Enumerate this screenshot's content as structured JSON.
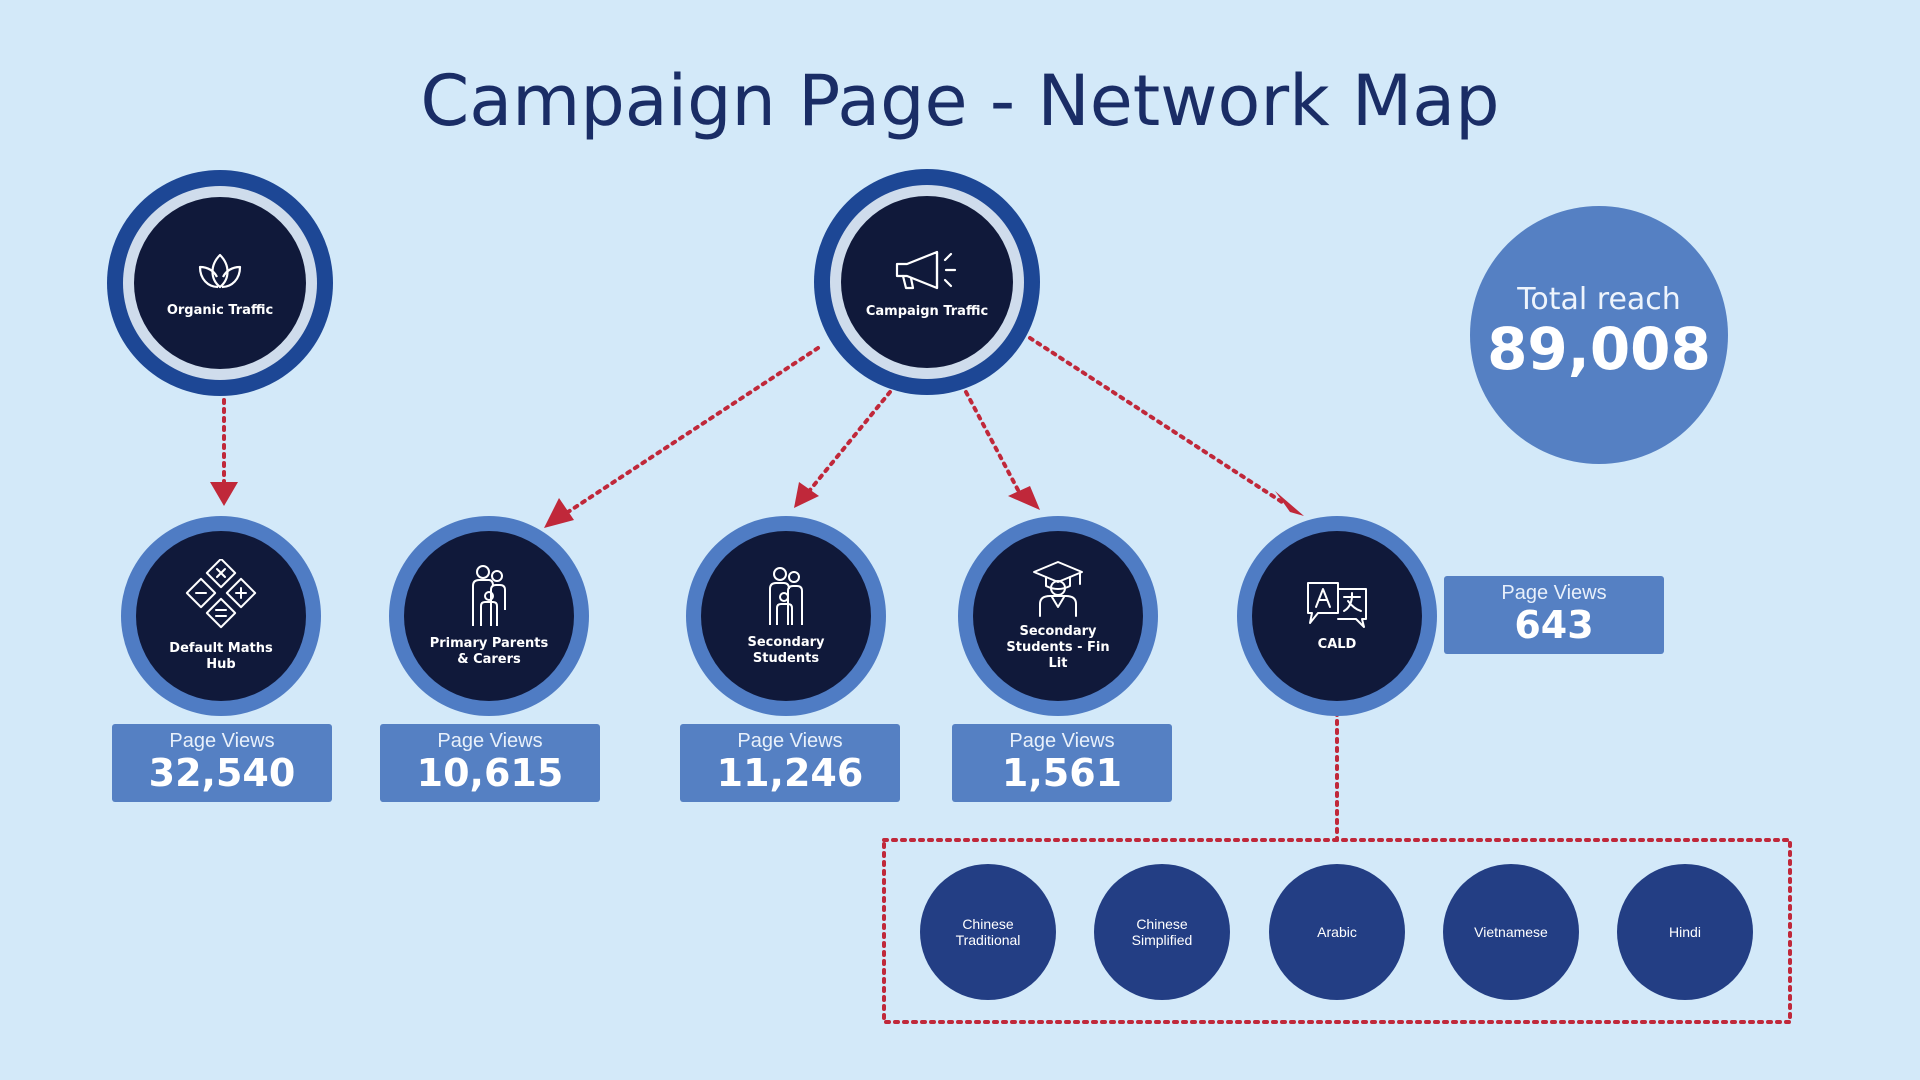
{
  "title": "Campaign Page - Network Map",
  "colors": {
    "background": "#d3e9f9",
    "navy": "#10193a",
    "ring_dark": "#1d4795",
    "ring_mid": "#4f7cc4",
    "box": "#5580c3",
    "language_circle": "#233e84",
    "connector": "#c0283a"
  },
  "sources": [
    {
      "label": "Organic Traffic",
      "icon": "leaf-icon"
    },
    {
      "label": "Campaign Traffic",
      "icon": "megaphone-icon"
    }
  ],
  "total_reach": {
    "label": "Total reach",
    "value": "89,008"
  },
  "pages": [
    {
      "label": "Default Maths Hub",
      "icon": "math-operators-icon",
      "pv_label": "Page Views",
      "pv_value": "32,540"
    },
    {
      "label": "Primary Parents & Carers",
      "icon": "family-icon",
      "pv_label": "Page Views",
      "pv_value": "10,615"
    },
    {
      "label": "Secondary Students",
      "icon": "students-icon",
      "pv_label": "Page Views",
      "pv_value": "11,246"
    },
    {
      "label": "Secondary Students - Fin Lit",
      "icon": "graduate-icon",
      "pv_label": "Page Views",
      "pv_value": "1,561"
    },
    {
      "label": "CALD",
      "icon": "translate-icon",
      "pv_label": "Page Views",
      "pv_value": "643"
    }
  ],
  "languages": [
    "Chinese Traditional",
    "Chinese Simplified",
    "Arabic",
    "Vietnamese",
    "Hindi"
  ]
}
